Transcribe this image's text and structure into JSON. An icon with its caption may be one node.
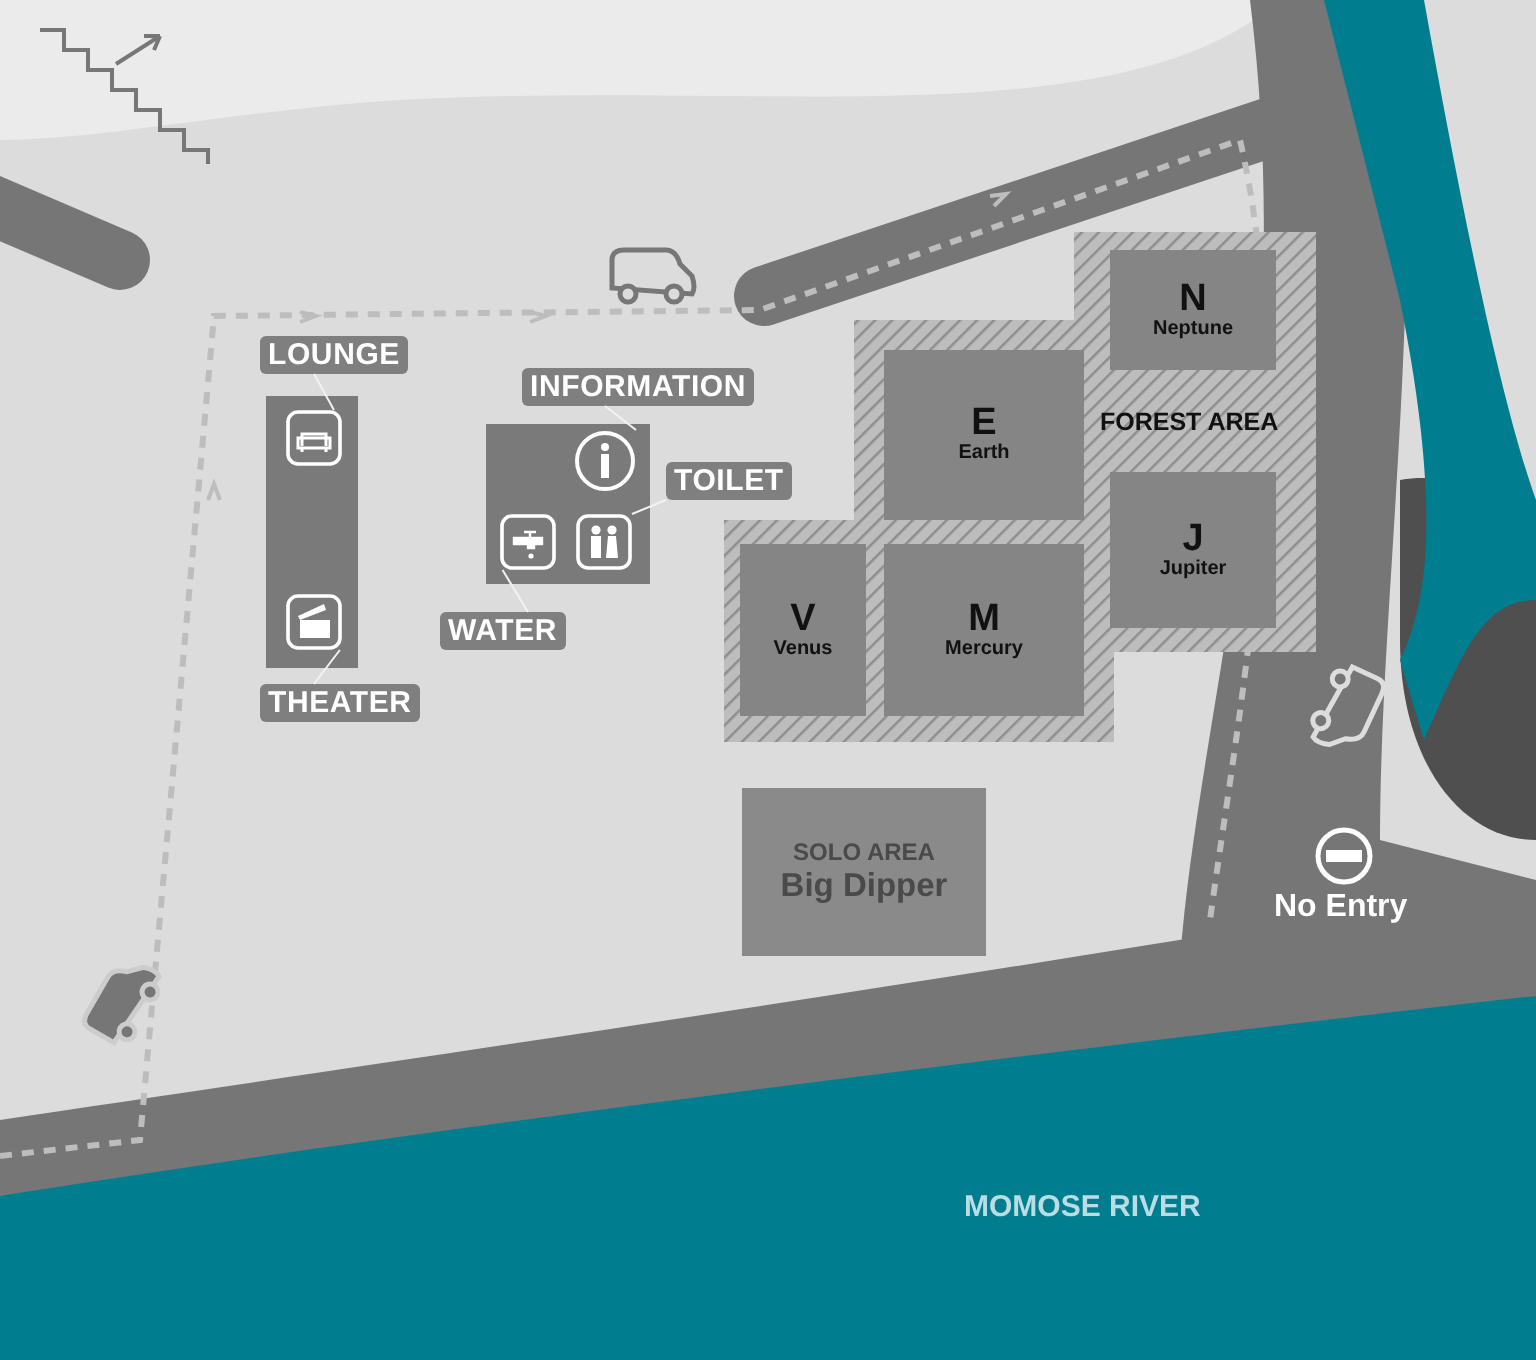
{
  "diagram": {
    "nodes": [
      {
        "text": [],
        "shape": "box"
      },
      {
        "text": [],
        "shape": "picture",
        "in": 0
      },
      {
        "text": [],
        "shape": "picture",
        "in": 0
      },
      {
        "text": [
          "LOUNGE"
        ]
      },
      {
        "text": [
          "THEATER"
        ]
      },
      {
        "text": [],
        "shape": "box"
      },
      {
        "text": [],
        "shape": "picture",
        "in": 5
      },
      {
        "text": [],
        "shape": "picture",
        "in": 5
      },
      {
        "text": [],
        "shape": "picture",
        "in": 5
      },
      {
        "text": [
          "INFORMATION"
        ]
      },
      {
        "text": [
          "TOILET"
        ]
      },
      {
        "text": [
          "WATER"
        ]
      },
      {
        "text": [
          "FOREST AREA"
        ]
      },
      {
        "text": [
          "N",
          "Neptune"
        ],
        "in": 12
      },
      {
        "text": [
          "E",
          "Earth"
        ],
        "in": 12
      },
      {
        "text": [
          "J",
          "Jupiter"
        ],
        "in": 12
      },
      {
        "text": [
          "V",
          "Venus"
        ],
        "in": 12
      },
      {
        "text": [
          "M",
          "Mercury"
        ],
        "in": 12
      },
      {
        "text": [
          "SOLO AREA",
          "Big Dipper"
        ]
      }
    ],
    "edges": [
      {
        "from": 3,
        "to": 1,
        "arrow": "none"
      },
      {
        "from": 4,
        "to": 2,
        "arrow": "none"
      },
      {
        "from": 9,
        "to": 6,
        "arrow": "none"
      },
      {
        "from": 10,
        "to": 8,
        "arrow": "none"
      },
      {
        "from": 11,
        "to": 7,
        "arrow": "none"
      }
    ],
    "labels": [
      "No Entry",
      "MOMOSE RIVER"
    ]
  }
}
